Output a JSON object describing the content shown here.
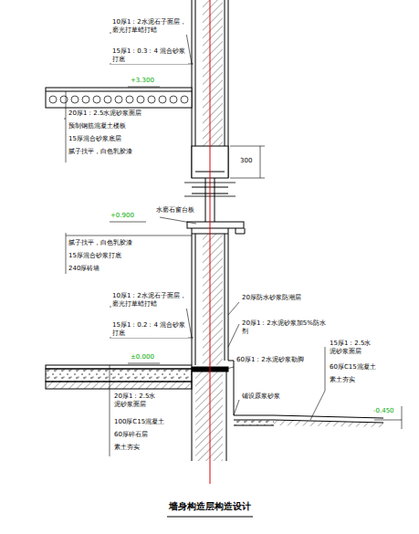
{
  "diagram": {
    "title": "墙身构造层构造设计",
    "labels": [
      "10厚1：2水泥石子面层，磨光打草蜡打蜡",
      "15厚1：0.3：4 混合砂浆打底",
      "+3.300",
      "20厚1：2.5水泥砂浆面层",
      "预制钢筋混凝土楼板",
      "15厚混合砂浆底层",
      "腻子找平，白色乳胶漆",
      "300",
      "+0.900",
      "水磨石窗台板",
      "腻子找平，白色乳胶漆",
      "15厚混合砂浆打底",
      "240厚砖墙",
      "10厚1：2水泥石子面层，磨光打草蜡打蜡",
      "15厚1：0.2：4 混合砂浆打底",
      "±0.000",
      "20厚防水砂浆防潮层",
      "20厚1：2水泥砂浆加5%防水剂",
      "60厚1：2水泥砂浆勒脚",
      "铺设原浆砂浆",
      "15厚1：2.5水泥砂浆面层",
      "60厚C15混凝土",
      "素土夯实",
      "-0.450",
      "20厚1：2.5水泥砂浆面层",
      "100厚C15混凝土",
      "60厚碎石层",
      "素土夯实"
    ]
  }
}
